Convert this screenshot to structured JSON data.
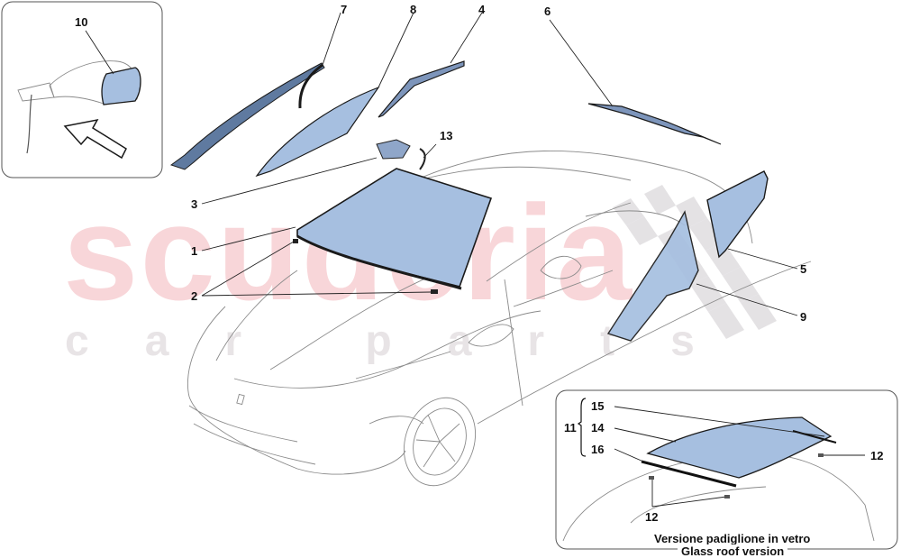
{
  "watermark": {
    "brand": "scuderia",
    "sub": "car parts"
  },
  "callouts": {
    "c1": "1",
    "c2": "2",
    "c3": "3",
    "c4": "4",
    "c5": "5",
    "c6": "6",
    "c7": "7",
    "c8": "8",
    "c9": "9",
    "c10": "10",
    "c13": "13"
  },
  "mirror_inset": {
    "label": "10"
  },
  "glass_roof_inset": {
    "group_label": "11",
    "labels": {
      "seal_top": "15",
      "glass": "14",
      "seal_bottom": "16",
      "clip_right": "12",
      "clips_bottom": "12"
    },
    "caption_it": "Versione padiglione in vetro",
    "caption_en": "Glass roof version"
  },
  "colors": {
    "glass_fill": "#a6bfe0",
    "outline": "#1a1a1a",
    "car_line": "#8a8a8a",
    "watermark_red": "#f6c9cd",
    "watermark_grey": "#e4e1e3"
  }
}
